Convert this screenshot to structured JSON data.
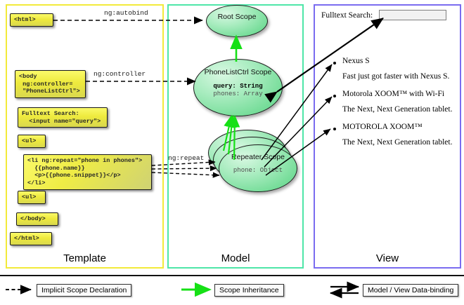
{
  "columns": [
    {
      "id": "template",
      "label": "Template",
      "border_color": "#f2ea3a"
    },
    {
      "id": "model",
      "label": "Model",
      "border_color": "#4ee6a8"
    },
    {
      "id": "view",
      "label": "View",
      "border_color": "#7a6cf0"
    }
  ],
  "template": {
    "boxes": [
      {
        "id": "html-open",
        "text": "<html>"
      },
      {
        "id": "body-open",
        "text": "<body\n ng:controller=\n \"PhoneListCtrl\">"
      },
      {
        "id": "search",
        "text": "Fulltext Search:\n  <input name=\"query\">"
      },
      {
        "id": "ul-open",
        "text": "<ul>"
      },
      {
        "id": "li-repeat",
        "text": "<li ng:repeat=\"phone in phones\">\n  {{phone.name}}\n  <p>{{phone.snippet}}</p>\n</li>"
      },
      {
        "id": "ul-close",
        "text": "<ul>"
      },
      {
        "id": "body-close",
        "text": "</body>"
      },
      {
        "id": "html-close",
        "text": "</html>"
      }
    ]
  },
  "model": {
    "scopes": [
      {
        "id": "root",
        "title": "Root\nScope",
        "props": []
      },
      {
        "id": "ctrl",
        "title": "PhoneListCtrl\nScope",
        "props": [
          {
            "text": "query: String",
            "style": "bold"
          },
          {
            "text": "phones: Array",
            "style": "grey"
          }
        ]
      },
      {
        "id": "repeater",
        "title": "Repeater\nScope",
        "props": [
          {
            "text": "phone: Object",
            "style": "grey"
          }
        ]
      }
    ]
  },
  "view": {
    "search_label": "Fulltext Search:",
    "search_value": "",
    "phones": [
      {
        "name": "Nexus S",
        "snippet": "Fast just got faster with Nexus S."
      },
      {
        "name": "Motorola XOOM™  with Wi-Fi",
        "snippet": "The Next, Next Generation tablet."
      },
      {
        "name": "MOTOROLA XOOM™",
        "snippet": "The Next, Next Generation tablet."
      }
    ]
  },
  "edges": {
    "autobind": "ng:autobind",
    "controller": "ng:controller",
    "repeat": "ng:repeat"
  },
  "legend": {
    "items": [
      {
        "id": "implicit",
        "label": "Implicit Scope Declaration",
        "arrow": "dashed-black"
      },
      {
        "id": "inheritance",
        "label": "Scope Inheritance",
        "arrow": "solid-green"
      },
      {
        "id": "databinding",
        "label": "Model / View Data-binding",
        "arrow": "double-black"
      }
    ]
  },
  "colors": {
    "green_arrow": "#16e016",
    "black": "#000000",
    "code_yellow": "#eeea3d",
    "scope_green": "#8fe3a9"
  }
}
